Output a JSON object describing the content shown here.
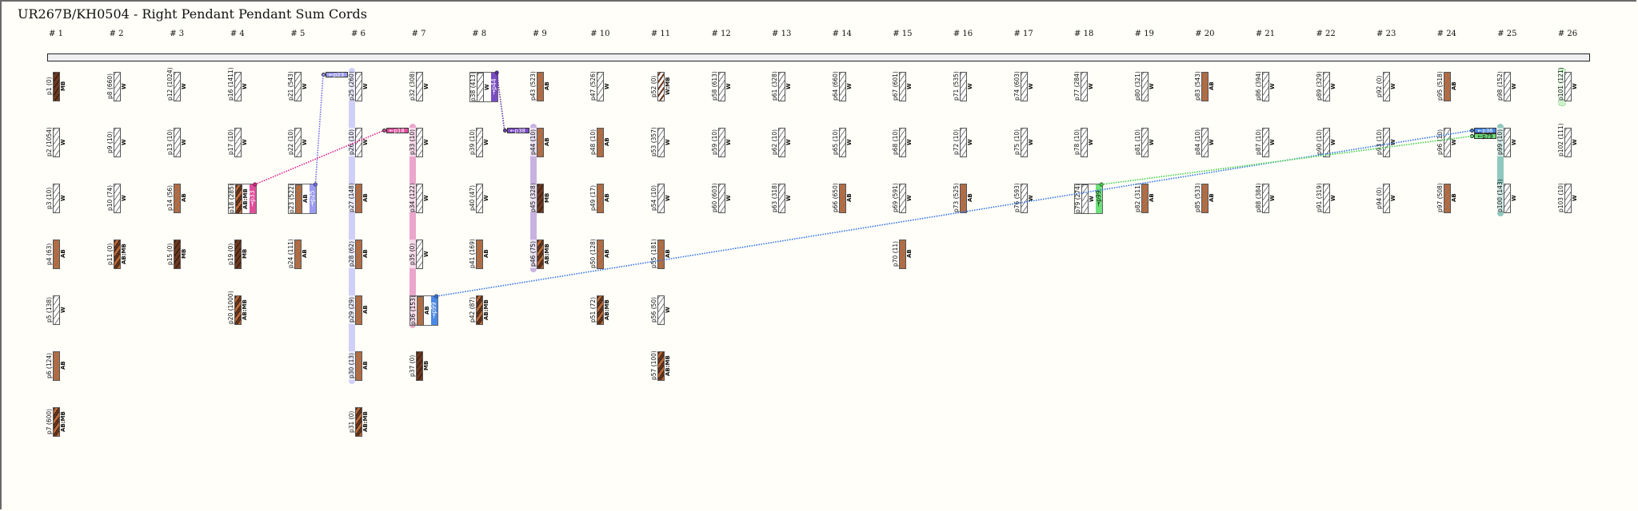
{
  "title": "UR267B/KH0504 - Right Pendant Pendant Sum Cords",
  "colors": {
    "W": "#ffffff",
    "AB": "#b8693a",
    "MB": "#6b3820",
    "stripe": "#555555",
    "pink": "#de4f9a",
    "lavender": "#9a9af0",
    "purple": "#7a4cc2",
    "blue": "#4a88e6",
    "green": "#6ee07a"
  },
  "columns": [
    {
      "label": "# 1",
      "cords": [
        {
          "id": "p1",
          "value": "(0)",
          "knot": "MB"
        },
        {
          "id": "p2",
          "value": "(1054)",
          "knot": "W"
        },
        {
          "id": "p3",
          "value": "(10)",
          "knot": "W"
        },
        {
          "id": "p4",
          "value": "(63)",
          "knot": "AB"
        },
        {
          "id": "p5",
          "value": "(138)",
          "knot": "W"
        },
        {
          "id": "p6",
          "value": "(124)",
          "knot": "AB"
        },
        {
          "id": "p7",
          "value": "(600)",
          "knot": "AB:MB"
        }
      ]
    },
    {
      "label": "# 2",
      "cords": [
        {
          "id": "p8",
          "value": "(660)",
          "knot": "W"
        },
        {
          "id": "p9",
          "value": "(10)",
          "knot": "W"
        },
        {
          "id": "p10",
          "value": "(74)",
          "knot": "W"
        },
        {
          "id": "p11",
          "value": "(0)",
          "knot": "AB:MB"
        }
      ]
    },
    {
      "label": "# 3",
      "cords": [
        {
          "id": "p12",
          "value": "(1024)",
          "knot": "W"
        },
        {
          "id": "p13",
          "value": "(10)",
          "knot": "W"
        },
        {
          "id": "p14",
          "value": "(56)",
          "knot": "AB"
        },
        {
          "id": "p15",
          "value": "(0)",
          "knot": "MB"
        }
      ]
    },
    {
      "label": "# 4",
      "cords": [
        {
          "id": "p16",
          "value": "(1411)",
          "knot": "W"
        },
        {
          "id": "p17",
          "value": "(10)",
          "knot": "W"
        },
        {
          "id": "p18",
          "value": "(285)",
          "knot": "AB:MB",
          "sum": "→p33",
          "sum_color": "pink"
        },
        {
          "id": "p19",
          "value": "(0)",
          "knot": "MB"
        },
        {
          "id": "p20",
          "value": "(1000)",
          "knot": "AB:MB"
        }
      ]
    },
    {
      "label": "# 5",
      "cords": [
        {
          "id": "p21",
          "value": "(543)",
          "knot": "W"
        },
        {
          "id": "p22",
          "value": "(10)",
          "knot": "W"
        },
        {
          "id": "p23",
          "value": "(522)",
          "knot": "AB",
          "sum": "→p25",
          "sum_color": "lavender"
        },
        {
          "id": "p24",
          "value": "(111)",
          "knot": "AB"
        }
      ]
    },
    {
      "label": "# 6",
      "cords": [
        {
          "id": "p25",
          "value": "(260)",
          "knot": "W",
          "tags": [
            {
              "text": "←p23",
              "color": "lavender"
            }
          ]
        },
        {
          "id": "p26",
          "value": "(10)",
          "knot": "W"
        },
        {
          "id": "p27",
          "value": "(148)",
          "knot": "AB"
        },
        {
          "id": "p28",
          "value": "(62)",
          "knot": "AB"
        },
        {
          "id": "p29",
          "value": "(29)",
          "knot": "AB"
        },
        {
          "id": "p30",
          "value": "(13)",
          "knot": "AB"
        },
        {
          "id": "p31",
          "value": "(0)",
          "knot": "AB:MB"
        }
      ]
    },
    {
      "label": "# 7",
      "cords": [
        {
          "id": "p32",
          "value": "(308)",
          "knot": "W"
        },
        {
          "id": "p33",
          "value": "(10)",
          "knot": "W",
          "tags": [
            {
              "text": "←p18",
              "color": "pink"
            }
          ]
        },
        {
          "id": "p34",
          "value": "(122)",
          "knot": "W"
        },
        {
          "id": "p35",
          "value": "(0)",
          "knot": "W"
        },
        {
          "id": "p36",
          "value": "(153)",
          "knot": "AB",
          "sum": "→p99",
          "sum_color": "blue"
        },
        {
          "id": "p37",
          "value": "(0)",
          "knot": "MB"
        }
      ]
    },
    {
      "label": "# 8",
      "cords": [
        {
          "id": "p38",
          "value": "(413)",
          "knot": "W",
          "sum": "→p44",
          "sum_color": "purple"
        },
        {
          "id": "p39",
          "value": "(10)",
          "knot": "W"
        },
        {
          "id": "p40",
          "value": "(47)",
          "knot": "W"
        },
        {
          "id": "p41",
          "value": "(169)",
          "knot": "AB"
        },
        {
          "id": "p42",
          "value": "(87)",
          "knot": "AB:MB"
        }
      ]
    },
    {
      "label": "# 9",
      "cords": [
        {
          "id": "p43",
          "value": "(523)",
          "knot": "AB"
        },
        {
          "id": "p44",
          "value": "(10)",
          "knot": "AB",
          "tags": [
            {
              "text": "←p38",
              "color": "purple"
            }
          ]
        },
        {
          "id": "p45",
          "value": "(328)",
          "knot": "MB"
        },
        {
          "id": "p46",
          "value": "(75)",
          "knot": "AB:MB"
        }
      ]
    },
    {
      "label": "# 10",
      "cords": [
        {
          "id": "p47",
          "value": "(526)",
          "knot": "W"
        },
        {
          "id": "p48",
          "value": "(10)",
          "knot": "AB"
        },
        {
          "id": "p49",
          "value": "(17)",
          "knot": "AB"
        },
        {
          "id": "p50",
          "value": "(128)",
          "knot": "AB"
        },
        {
          "id": "p51",
          "value": "(72)",
          "knot": "AB:MB"
        }
      ]
    },
    {
      "label": "# 11",
      "cords": [
        {
          "id": "p52",
          "value": "(0)",
          "knot": "W:MB"
        },
        {
          "id": "p53",
          "value": "(357)",
          "knot": "W"
        },
        {
          "id": "p54",
          "value": "(10)",
          "knot": "W"
        },
        {
          "id": "p55",
          "value": "(181)",
          "knot": "AB"
        },
        {
          "id": "p56",
          "value": "(50)",
          "knot": "W"
        },
        {
          "id": "p57",
          "value": "(100)",
          "knot": "AB:MB"
        }
      ]
    },
    {
      "label": "# 12",
      "cords": [
        {
          "id": "p58",
          "value": "(613)",
          "knot": "W"
        },
        {
          "id": "p59",
          "value": "(10)",
          "knot": "W"
        },
        {
          "id": "p60",
          "value": "(603)",
          "knot": "W"
        }
      ]
    },
    {
      "label": "# 13",
      "cords": [
        {
          "id": "p61",
          "value": "(328)",
          "knot": "W"
        },
        {
          "id": "p62",
          "value": "(10)",
          "knot": "W"
        },
        {
          "id": "p63",
          "value": "(318)",
          "knot": "W"
        }
      ]
    },
    {
      "label": "# 14",
      "cords": [
        {
          "id": "p64",
          "value": "(660)",
          "knot": "W"
        },
        {
          "id": "p65",
          "value": "(10)",
          "knot": "W"
        },
        {
          "id": "p66",
          "value": "(650)",
          "knot": "AB"
        }
      ]
    },
    {
      "label": "# 15",
      "cords": [
        {
          "id": "p67",
          "value": "(601)",
          "knot": "W"
        },
        {
          "id": "p68",
          "value": "(10)",
          "knot": "W"
        },
        {
          "id": "p69",
          "value": "(591)",
          "knot": "W"
        },
        {
          "id": "p70",
          "value": "(11)",
          "knot": "AB"
        }
      ]
    },
    {
      "label": "# 16",
      "cords": [
        {
          "id": "p71",
          "value": "(535)",
          "knot": "W"
        },
        {
          "id": "p72",
          "value": "(10)",
          "knot": "W"
        },
        {
          "id": "p73",
          "value": "(525)",
          "knot": "AB"
        }
      ]
    },
    {
      "label": "# 17",
      "cords": [
        {
          "id": "p74",
          "value": "(603)",
          "knot": "W"
        },
        {
          "id": "p75",
          "value": "(10)",
          "knot": "W"
        },
        {
          "id": "p76",
          "value": "(593)",
          "knot": "W"
        }
      ]
    },
    {
      "label": "# 18",
      "cords": [
        {
          "id": "p77",
          "value": "(284)",
          "knot": "W"
        },
        {
          "id": "p78",
          "value": "(10)",
          "knot": "W"
        },
        {
          "id": "p79",
          "value": "(274)",
          "knot": "W",
          "sum": "→p99",
          "sum_color": "green"
        }
      ]
    },
    {
      "label": "# 19",
      "cords": [
        {
          "id": "p80",
          "value": "(321)",
          "knot": "W"
        },
        {
          "id": "p81",
          "value": "(10)",
          "knot": "W"
        },
        {
          "id": "p82",
          "value": "(311)",
          "knot": "AB"
        }
      ]
    },
    {
      "label": "# 20",
      "cords": [
        {
          "id": "p83",
          "value": "(543)",
          "knot": "AB"
        },
        {
          "id": "p84",
          "value": "(10)",
          "knot": "W"
        },
        {
          "id": "p85",
          "value": "(533)",
          "knot": "AB"
        }
      ]
    },
    {
      "label": "# 21",
      "cords": [
        {
          "id": "p86",
          "value": "(394)",
          "knot": "W"
        },
        {
          "id": "p87",
          "value": "(10)",
          "knot": "W"
        },
        {
          "id": "p88",
          "value": "(384)",
          "knot": "W"
        }
      ]
    },
    {
      "label": "# 22",
      "cords": [
        {
          "id": "p89",
          "value": "(329)",
          "knot": "W"
        },
        {
          "id": "p90",
          "value": "(10)",
          "knot": "W"
        },
        {
          "id": "p91",
          "value": "(319)",
          "knot": "W"
        }
      ]
    },
    {
      "label": "# 23",
      "cords": [
        {
          "id": "p92",
          "value": "(0)",
          "knot": "W"
        },
        {
          "id": "p93",
          "value": "(10)",
          "knot": "W"
        },
        {
          "id": "p94",
          "value": "(0)",
          "knot": "W"
        }
      ]
    },
    {
      "label": "# 24",
      "cords": [
        {
          "id": "p95",
          "value": "(518)",
          "knot": "AB"
        },
        {
          "id": "p96",
          "value": "(10)",
          "knot": "W"
        },
        {
          "id": "p97",
          "value": "(508)",
          "knot": "AB"
        }
      ]
    },
    {
      "label": "# 25",
      "cords": [
        {
          "id": "p98",
          "value": "(152)",
          "knot": "W"
        },
        {
          "id": "p99",
          "value": "(10)",
          "knot": "W",
          "tags": [
            {
              "text": "←p36",
              "color": "blue"
            },
            {
              "text": "←p79",
              "color": "green"
            }
          ]
        },
        {
          "id": "p100",
          "value": "(143)",
          "knot": "W"
        }
      ]
    },
    {
      "label": "# 26",
      "cords": [
        {
          "id": "p101",
          "value": "(121)",
          "knot": "W"
        },
        {
          "id": "p102",
          "value": "(111)",
          "knot": "W"
        },
        {
          "id": "p103",
          "value": "(10)",
          "knot": "W"
        }
      ]
    }
  ],
  "bands": [
    {
      "column": 6,
      "from": 0,
      "to": 5,
      "color": "#cfcff8"
    },
    {
      "column": 7,
      "from": 1,
      "to": 4,
      "color": "#eba6cc"
    },
    {
      "column": 9,
      "from": 1,
      "to": 3,
      "color": "#c7b2e0"
    },
    {
      "column": 25,
      "from": 1,
      "to": 2,
      "color": "#8fc8be"
    },
    {
      "column": 26,
      "from": 0,
      "to": 0,
      "color": "#cdf2cd",
      "dashed": true
    }
  ],
  "links": [
    {
      "from": "p23",
      "to": "p25",
      "tag": 0,
      "color": "#6a6af0"
    },
    {
      "from": "p18",
      "to": "p33",
      "tag": 0,
      "color": "#e01c8a"
    },
    {
      "from": "p38",
      "to": "p44",
      "tag": 0,
      "color": "#5a2aa8"
    },
    {
      "from": "p36",
      "to": "p99",
      "tag": 0,
      "color": "#2f72e8"
    },
    {
      "from": "p79",
      "to": "p99",
      "tag": 1,
      "color": "#3ed048"
    }
  ]
}
